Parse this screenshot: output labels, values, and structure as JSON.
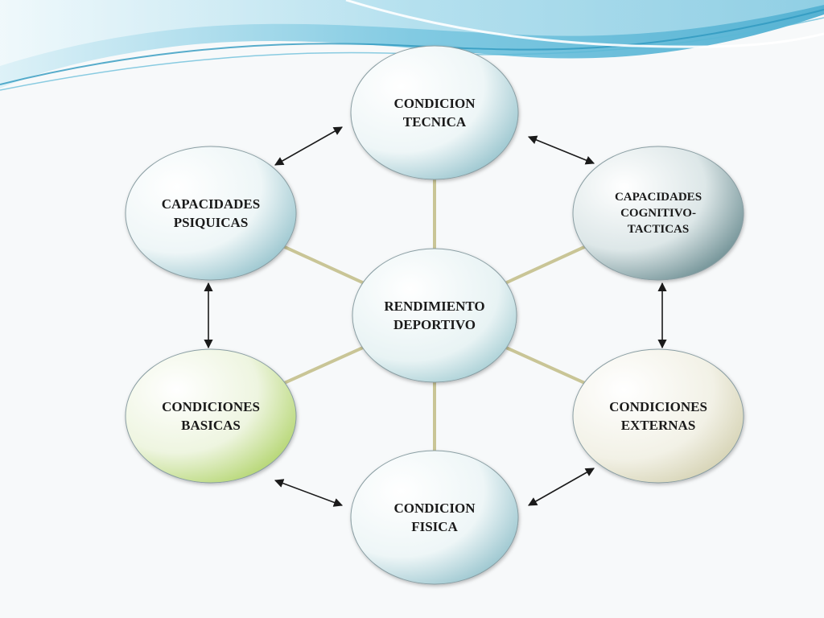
{
  "diagram": {
    "center": {
      "label": "RENDIMIENTO\nDEPORTIVO"
    },
    "nodes": [
      {
        "id": "tecnica",
        "label": "CONDICION\nTECNICA"
      },
      {
        "id": "cognitivo",
        "label": "CAPACIDADES\nCOGNITIVO-\nTACTICAS"
      },
      {
        "id": "externas",
        "label": "CONDICIONES\nEXTERNAS"
      },
      {
        "id": "fisica",
        "label": "CONDICION\nFISICA"
      },
      {
        "id": "basicas",
        "label": "CONDICIONES\nBASICAS"
      },
      {
        "id": "psiquicas",
        "label": "CAPACIDADES\nPSIQUICAS"
      }
    ]
  },
  "colors": {
    "connector": "#c9c596",
    "arrow": "#1a1a1a",
    "wave_primary": "#5ab8d6",
    "wave_secondary": "#9bd8ea",
    "node_default": "#7fb6c2",
    "node_cognitive": "#3f6a70",
    "node_basic": "#9bc840",
    "node_external": "#c7c39a"
  }
}
